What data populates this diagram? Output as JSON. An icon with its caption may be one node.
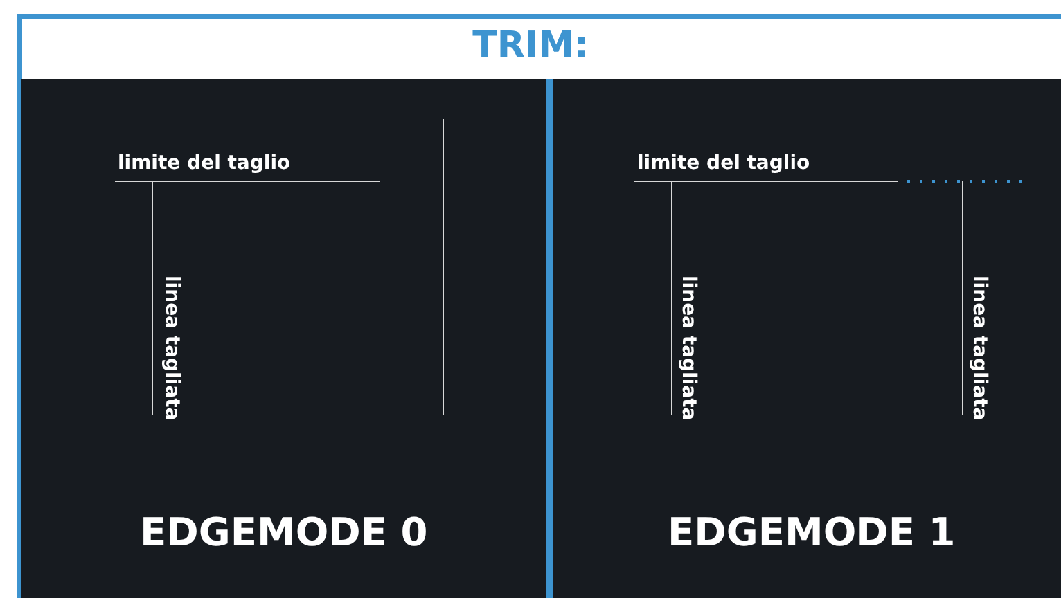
{
  "diagram": {
    "title": "TRIM:",
    "nodes": [
      {
        "text": [
          "limite del taglio",
          "linea tagliata",
          "EDGEMODE 0"
        ]
      },
      {
        "text": [
          "limite del taglio",
          "linea tagliata",
          "linea tagliata",
          "EDGEMODE 1"
        ]
      }
    ],
    "edges": []
  }
}
